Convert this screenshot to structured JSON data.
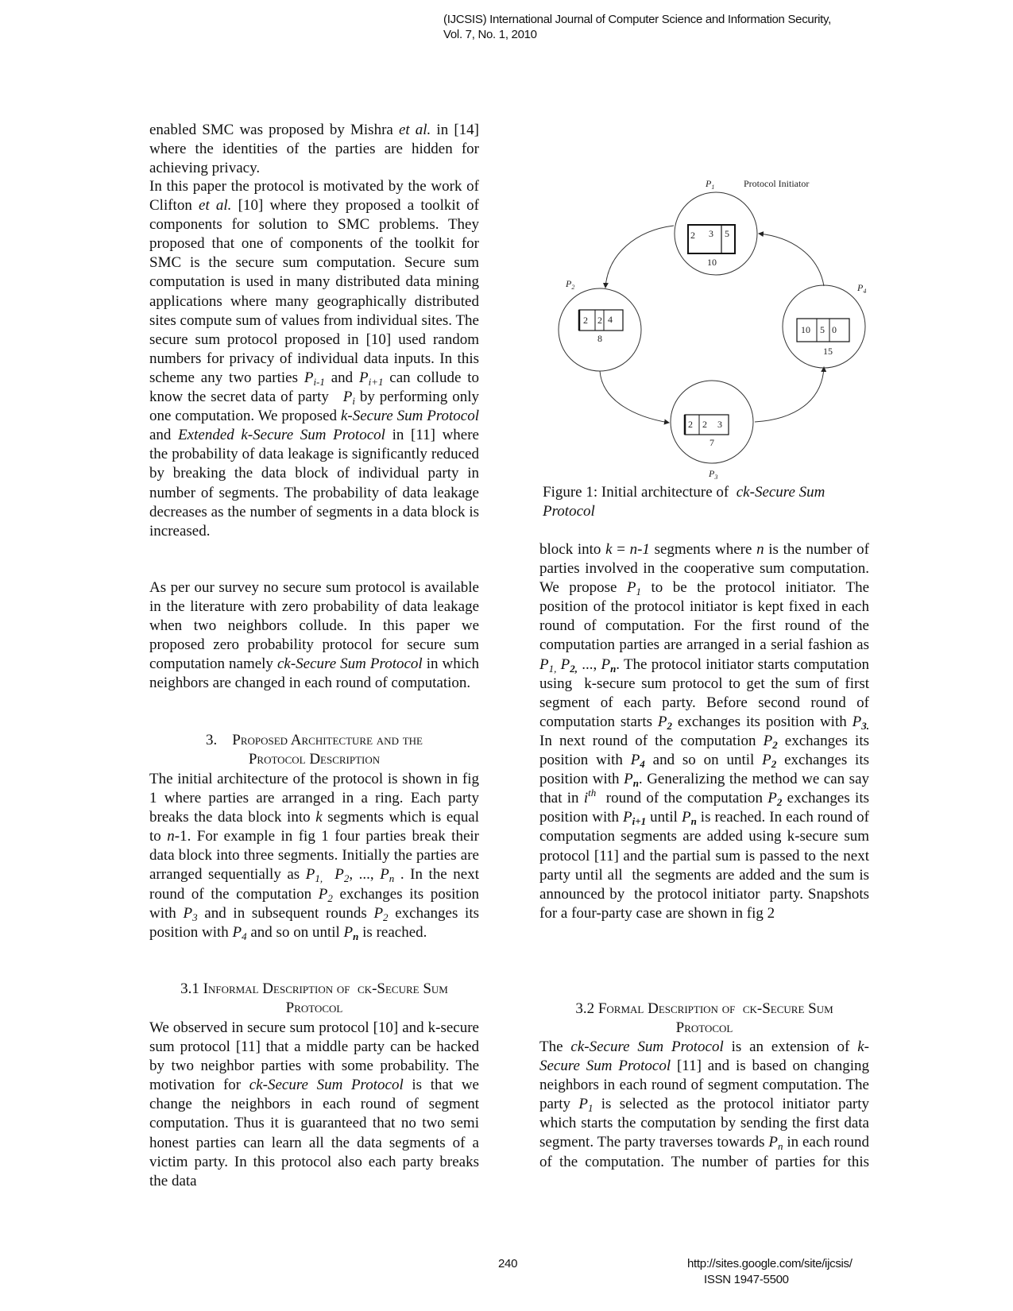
{
  "header": {
    "line1": "(IJCSIS) International Journal of Computer Science and Information Security,",
    "line2": "Vol. 7, No. 1, 2010"
  },
  "footer": {
    "page_number": "240",
    "url": "http://sites.google.com/site/ijcsis/",
    "issn": "ISSN 1947-5500"
  },
  "left": {
    "paragraphs": [
      {
        "runs": [
          [
            "enabled SMC was proposed by Mishra ",
            ""
          ],
          [
            "et al.",
            "i"
          ],
          [
            " in [14] where the identities of the parties are hidden for achieving privacy.",
            ""
          ]
        ]
      },
      {
        "runs": [
          [
            "In this paper the protocol is motivated by the work of Clifton ",
            ""
          ],
          [
            "et al.",
            "i"
          ],
          [
            " [10] where they proposed a toolkit of components for solution to SMC problems. They proposed that one of components of the toolkit for SMC is the secure sum computation. Secure sum computation is used in many distributed data mining applications where many geographically distributed sites compute sum of values from individual sites. The secure sum protocol proposed in [10] used random numbers for privacy of individual data inputs. In this scheme any two parties ",
            ""
          ],
          [
            "P",
            "i"
          ],
          [
            "i-1",
            "is"
          ],
          [
            " and ",
            ""
          ],
          [
            "P",
            "i"
          ],
          [
            "i+1",
            "is"
          ],
          [
            " can collude to know the secret data of party   ",
            ""
          ],
          [
            "P",
            "i"
          ],
          [
            "i",
            "is"
          ],
          [
            " by performing only one computation. We proposed ",
            ""
          ],
          [
            "k-Secure Sum Protocol",
            "i"
          ],
          [
            " and ",
            ""
          ],
          [
            "Extended k-Secure Sum Protocol",
            "i"
          ],
          [
            " in [11] where the probability of data leakage is significantly reduced by breaking the data block of individual party in number of segments. The probability of data leakage decreases as the number of segments in a data block is increased.",
            ""
          ]
        ]
      },
      {
        "runs": [
          [
            "As per our survey no secure sum protocol is available in the literature with zero probability of data leakage when two neighbors collude. In this paper we proposed zero probability protocol for secure sum computation namely ",
            ""
          ],
          [
            "ck-Secure Sum Protocol",
            "i"
          ],
          [
            " in which neighbors are changed in each round of computation.",
            ""
          ]
        ]
      },
      {
        "runs": [
          [
            "The initial architecture of the protocol is shown in fig 1 where parties are arranged in a ring. Each party breaks the data block into ",
            ""
          ],
          [
            "k",
            "i"
          ],
          [
            " segments which is equal to ",
            ""
          ],
          [
            "n",
            "i"
          ],
          [
            "-1. For example in fig 1 four parties break their data block into three segments. Initially the parties are arranged sequentially as ",
            ""
          ],
          [
            "P",
            "i"
          ],
          [
            "1,",
            "is"
          ],
          [
            "  ",
            ""
          ],
          [
            "P",
            "i"
          ],
          [
            "2",
            "is"
          ],
          [
            ", ..., ",
            ""
          ],
          [
            "P",
            "i"
          ],
          [
            "n",
            "is"
          ],
          [
            " . In the next round of the computation ",
            ""
          ],
          [
            "P",
            "i"
          ],
          [
            "2",
            "is"
          ],
          [
            " exchanges its position with ",
            ""
          ],
          [
            "P",
            "i"
          ],
          [
            "3",
            "is"
          ],
          [
            " and in subsequent rounds ",
            ""
          ],
          [
            "P",
            "i"
          ],
          [
            "2",
            "is"
          ],
          [
            " exchanges its position with ",
            ""
          ],
          [
            "P",
            "i"
          ],
          [
            "4",
            "is"
          ],
          [
            " and so on until ",
            ""
          ],
          [
            "P",
            "i"
          ],
          [
            "n",
            "bis"
          ],
          [
            " is reached.",
            ""
          ]
        ]
      },
      {
        "runs": [
          [
            "We observed in secure sum protocol [10] and k-secure sum protocol [11] that a middle party can be hacked by two neighbor parties with some probability. The motivation for ",
            ""
          ],
          [
            "ck-Secure Sum Protocol",
            "i"
          ],
          [
            " is that we change the neighbors in each round of segment computation. Thus it is guaranteed that no two semi honest parties can learn all the data segments of a victim party. In this protocol also each party breaks the data",
            ""
          ]
        ]
      }
    ],
    "heading3": {
      "line1": "3.    Proposed Architecture and the",
      "line2": "Protocol Description"
    },
    "heading31": {
      "line1": "3.1 Informal Description of  ck-Secure Sum",
      "line2": "Protocol"
    }
  },
  "figure": {
    "protocol_initiator_label": "Protocol Initiator",
    "parties": [
      {
        "label": "P",
        "sub": "1",
        "segments": [
          "2",
          "3",
          "5"
        ],
        "sum": "10"
      },
      {
        "label": "P",
        "sub": "2",
        "segments": [
          "2",
          "2",
          "4"
        ],
        "sum": "8"
      },
      {
        "label": "P",
        "sub": "3",
        "segments": [
          "2",
          "2",
          "3"
        ],
        "sum": "7"
      },
      {
        "label": "P",
        "sub": "4",
        "segments": [
          "10",
          "5",
          "0"
        ],
        "sum": "15"
      }
    ],
    "caption": [
      [
        "Figure 1: Initial architecture of  ",
        ""
      ],
      [
        "ck-Secure Sum Protocol",
        "i"
      ]
    ]
  },
  "right": {
    "paragraphs": [
      {
        "runs": [
          [
            "block into ",
            ""
          ],
          [
            "k",
            "i"
          ],
          [
            " = ",
            ""
          ],
          [
            "n-1",
            "i"
          ],
          [
            " segments where ",
            ""
          ],
          [
            "n",
            "i"
          ],
          [
            " is the number of parties involved in the cooperative sum computation. We propose ",
            ""
          ],
          [
            "P",
            "i"
          ],
          [
            "1",
            "is"
          ],
          [
            " to be the protocol initiator. The position of the protocol initiator is kept fixed in each round of computation. For the first round of the computation parties are arranged in a serial fashion as ",
            ""
          ],
          [
            "P",
            "i"
          ],
          [
            "1,",
            "is"
          ],
          [
            " ",
            ""
          ],
          [
            "P",
            "i"
          ],
          [
            "2,",
            "bis"
          ],
          [
            " ..., ",
            ""
          ],
          [
            "P",
            "i"
          ],
          [
            "n",
            "bis"
          ],
          [
            ". The protocol initiator starts computation using  k-secure sum protocol to get the sum of first segment of each party. Before second round of computation starts ",
            ""
          ],
          [
            "P",
            "i"
          ],
          [
            "2",
            "bis"
          ],
          [
            " exchanges its position with ",
            ""
          ],
          [
            "P",
            "i"
          ],
          [
            "3.",
            "bis"
          ],
          [
            " In next round of the computation ",
            ""
          ],
          [
            "P",
            "i"
          ],
          [
            "2",
            "bis"
          ],
          [
            " exchanges its position with ",
            ""
          ],
          [
            "P",
            "i"
          ],
          [
            "4",
            "bis"
          ],
          [
            " and so on until ",
            ""
          ],
          [
            "P",
            "i"
          ],
          [
            "2",
            "bis"
          ],
          [
            " exchanges its position with ",
            ""
          ],
          [
            "P",
            "i"
          ],
          [
            "n",
            "bis"
          ],
          [
            ". Generalizing the method we can say that in ",
            ""
          ],
          [
            "i",
            "i"
          ],
          [
            "th",
            "ip"
          ],
          [
            "  round of the computation ",
            ""
          ],
          [
            "P",
            "i"
          ],
          [
            "2",
            "bis"
          ],
          [
            " exchanges its position with ",
            ""
          ],
          [
            "P",
            "i"
          ],
          [
            "i+1",
            "bis"
          ],
          [
            " until ",
            ""
          ],
          [
            "P",
            "i"
          ],
          [
            "n",
            "bis"
          ],
          [
            " is reached. In each round of computation segments are added using k-secure sum protocol [11] and the partial sum is passed to the next party until all  the segments are added and the sum is announced by  the protocol initiator  party. Snapshots for a four-party case are shown in fig 2",
            ""
          ]
        ]
      },
      {
        "runs": [
          [
            "The ",
            ""
          ],
          [
            "ck-Secure Sum Protocol",
            "i"
          ],
          [
            " is an extension of ",
            ""
          ],
          [
            "k-Secure Sum Protocol",
            "i"
          ],
          [
            " [11] and is based on changing neighbors in each round of segment computation. The party ",
            ""
          ],
          [
            "P",
            "i"
          ],
          [
            "1",
            "is"
          ],
          [
            " is selected as the protocol initiator party which starts the computation by sending the first data segment. The party traverses towards ",
            ""
          ],
          [
            "P",
            "i"
          ],
          [
            "n",
            "is"
          ],
          [
            " in each round of the computation. The number of parties for this",
            ""
          ]
        ]
      }
    ],
    "heading32": {
      "line1": "3.2 Formal Description of  ck-Secure Sum",
      "line2": "Protocol"
    }
  }
}
